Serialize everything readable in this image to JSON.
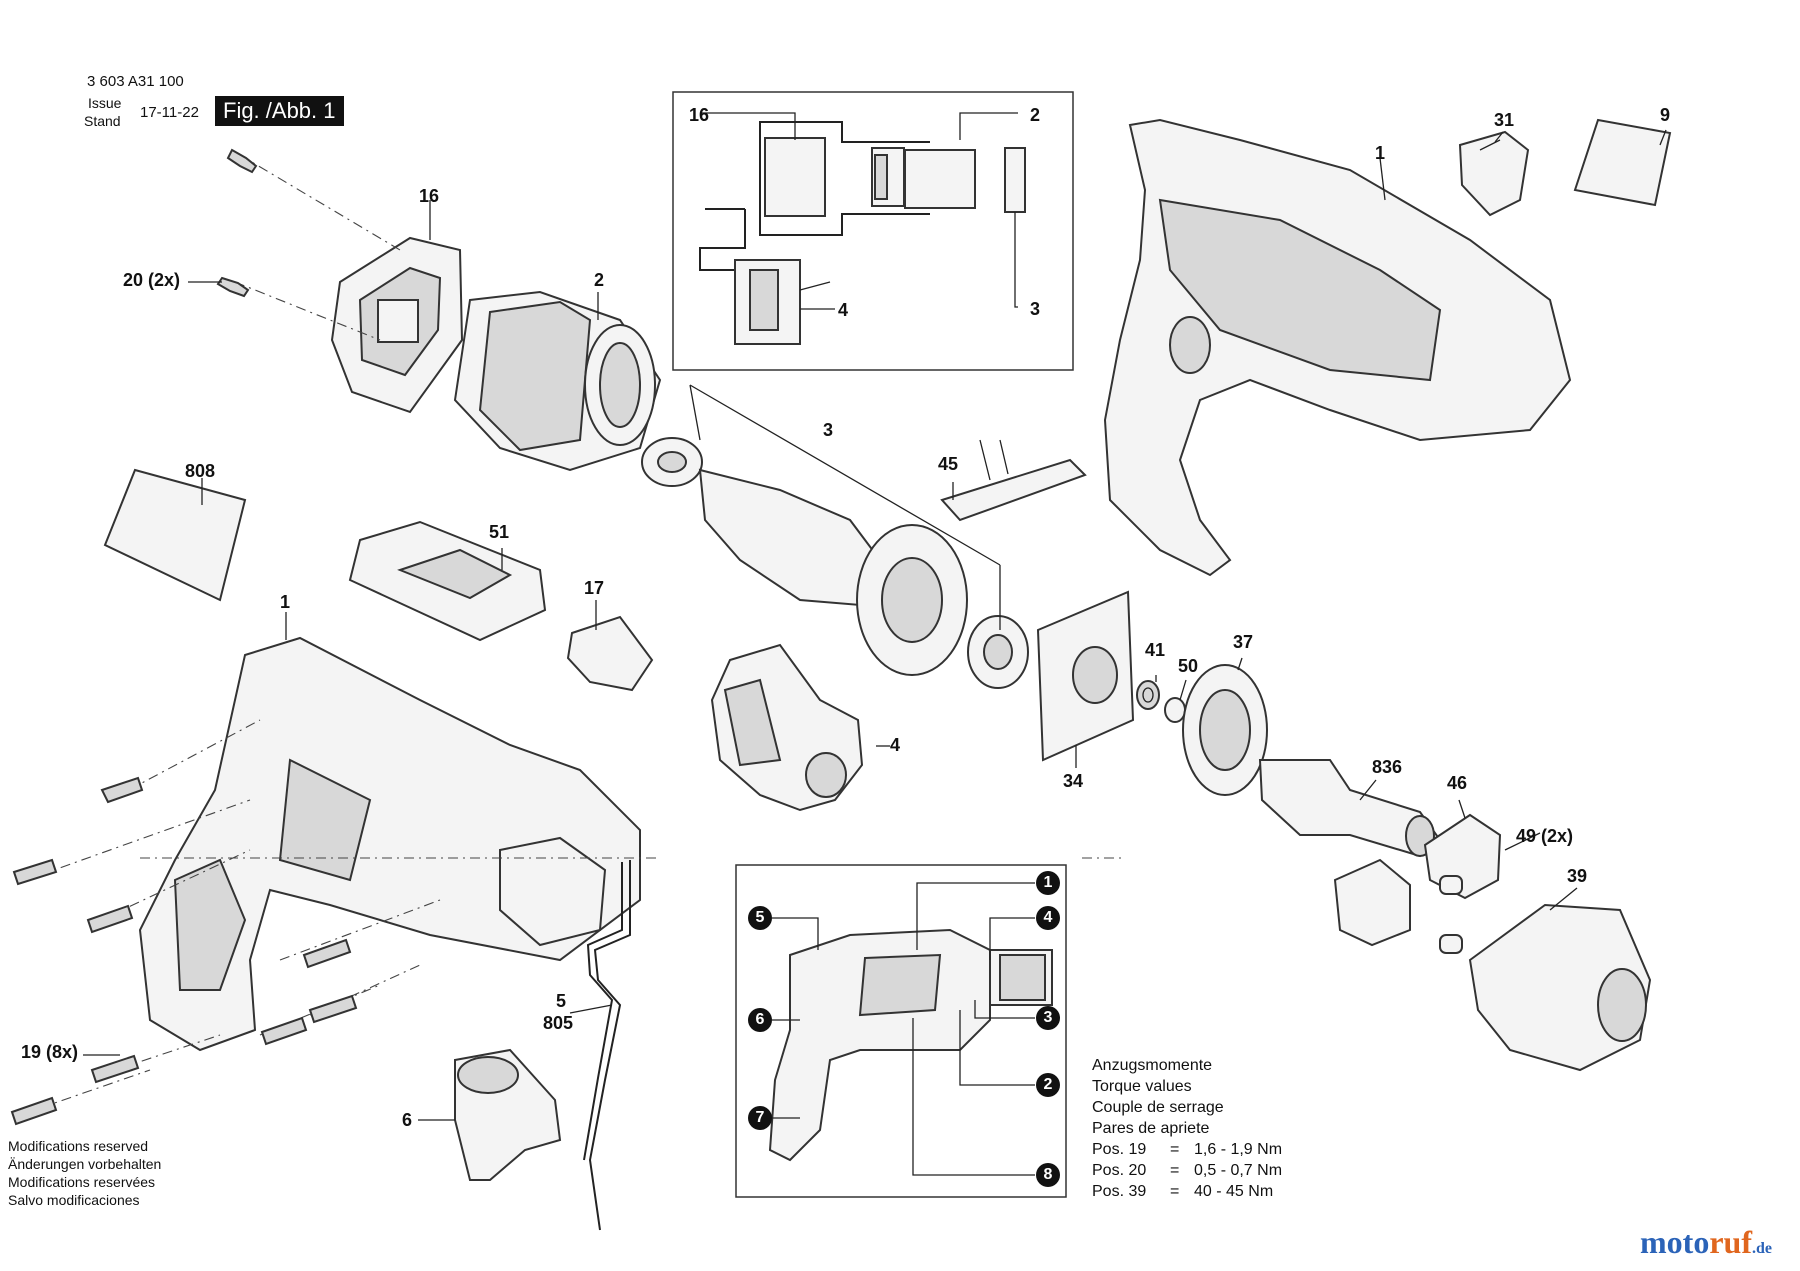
{
  "header": {
    "part_number": "3 603 A31 100",
    "issue_label": "Issue",
    "stand_label": "Stand",
    "date": "17-11-22",
    "figure": "Fig. /Abb. 1"
  },
  "labels": {
    "l16_top": "16",
    "l20": "20 (2x)",
    "l2_main": "2",
    "l808": "808",
    "l51": "51",
    "l1_left": "1",
    "l17": "17",
    "l19": "19 (8x)",
    "l5": "5",
    "l805": "805",
    "l6": "6",
    "l3_main": "3",
    "l45": "45",
    "l4_main": "4",
    "l34": "34",
    "l41": "41",
    "l50": "50",
    "l37": "37",
    "l836": "836",
    "l46": "46",
    "l49": "49 (2x)",
    "l39": "39",
    "l1_right": "1",
    "l31": "31",
    "l9": "9",
    "inset_16": "16",
    "inset_2": "2",
    "inset_3": "3",
    "inset_4": "4"
  },
  "overview_badges": [
    "1",
    "2",
    "3",
    "4",
    "5",
    "6",
    "7",
    "8"
  ],
  "torque": {
    "title_de": "Anzugsmomente",
    "title_en": "Torque values",
    "title_fr": "Couple de serrage",
    "title_ro": "Pares de apriete",
    "rows": [
      {
        "pos": "Pos. 19",
        "eq": "=",
        "val": "1,6 - 1,9 Nm"
      },
      {
        "pos": "Pos. 20",
        "eq": "=",
        "val": "0,5 - 0,7 Nm"
      },
      {
        "pos": "Pos. 39",
        "eq": "=",
        "val": "40 - 45 Nm"
      }
    ]
  },
  "modifications": [
    "Modifications reserved",
    "Änderungen vorbehalten",
    "Modifications reservées",
    "Salvo modificaciones"
  ],
  "brand": {
    "part1": "moto",
    "part2": "ruf",
    "suffix": ".de"
  }
}
